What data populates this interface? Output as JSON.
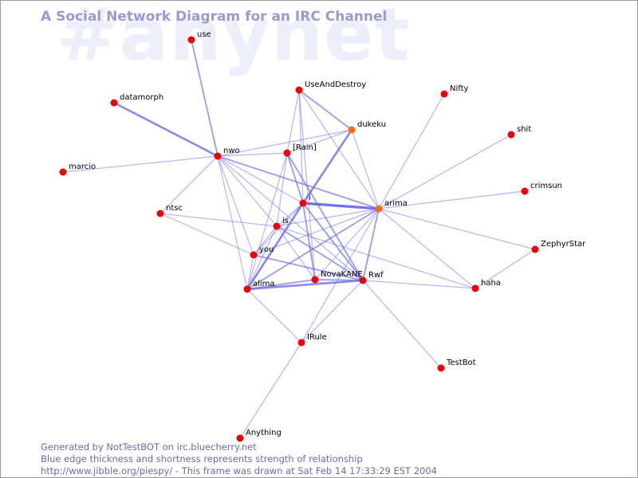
{
  "watermark": "#anynet",
  "title": "A Social Network Diagram for an IRC Channel",
  "footer": {
    "line1": "Generated by NotTestBOT on irc.bluecherry.net",
    "line2": "Blue edge thickness and shortness represents strength of relationship",
    "line3": "http://www.jibble.org/piespy/ - This frame was drawn at Sat Feb 14 17:33:29 EST 2004"
  },
  "colors": {
    "node": "#f00000",
    "node_highlight": "#ff6a10",
    "edge": "#6a6ae8",
    "title": "#9a9ad2",
    "watermark": "#eeeefb",
    "footer": "#6a6aa8"
  },
  "nodes": [
    {
      "id": "use",
      "label": "use"
    },
    {
      "id": "datamorph",
      "label": "datamorph"
    },
    {
      "id": "useanddestroy",
      "label": "UseAndDestroy"
    },
    {
      "id": "nifty",
      "label": "Nifty"
    },
    {
      "id": "dukeku",
      "label": "dukeku",
      "highlight": true
    },
    {
      "id": "shit",
      "label": "shit"
    },
    {
      "id": "nwo",
      "label": "nwo"
    },
    {
      "id": "rain",
      "label": "[Rain]"
    },
    {
      "id": "marcio",
      "label": "marcio"
    },
    {
      "id": "crimsun",
      "label": "crimsun"
    },
    {
      "id": "i",
      "label": "i"
    },
    {
      "id": "arima",
      "label": "arima",
      "highlight": true
    },
    {
      "id": "ntsc",
      "label": "ntsc"
    },
    {
      "id": "is",
      "label": "is"
    },
    {
      "id": "zephyrstar",
      "label": "ZephyrStar"
    },
    {
      "id": "you",
      "label": "you"
    },
    {
      "id": "novakane",
      "label": "NovaKANE"
    },
    {
      "id": "rwf",
      "label": "Rwf"
    },
    {
      "id": "alima",
      "label": "alima"
    },
    {
      "id": "haha",
      "label": "haha"
    },
    {
      "id": "irule",
      "label": "IRule"
    },
    {
      "id": "testbot",
      "label": "TestBot"
    },
    {
      "id": "anything",
      "label": "Anything"
    }
  ],
  "edges": [
    {
      "from": "use",
      "to": "nwo",
      "strength": 2
    },
    {
      "from": "datamorph",
      "to": "nwo",
      "strength": 3
    },
    {
      "from": "marcio",
      "to": "nwo",
      "strength": 1
    },
    {
      "from": "nwo",
      "to": "dukeku",
      "strength": 1
    },
    {
      "from": "nwo",
      "to": "rain",
      "strength": 1
    },
    {
      "from": "nwo",
      "to": "i",
      "strength": 1
    },
    {
      "from": "nwo",
      "to": "arima",
      "strength": 2
    },
    {
      "from": "nwo",
      "to": "ntsc",
      "strength": 1
    },
    {
      "from": "nwo",
      "to": "is",
      "strength": 1
    },
    {
      "from": "nwo",
      "to": "you",
      "strength": 1
    },
    {
      "from": "nwo",
      "to": "alima",
      "strength": 1
    },
    {
      "from": "nwo",
      "to": "rwf",
      "strength": 1
    },
    {
      "from": "useanddestroy",
      "to": "dukeku",
      "strength": 2
    },
    {
      "from": "useanddestroy",
      "to": "rain",
      "strength": 1
    },
    {
      "from": "useanddestroy",
      "to": "i",
      "strength": 1
    },
    {
      "from": "useanddestroy",
      "to": "novakane",
      "strength": 1
    },
    {
      "from": "useanddestroy",
      "to": "arima",
      "strength": 1
    },
    {
      "from": "dukeku",
      "to": "rain",
      "strength": 1
    },
    {
      "from": "dukeku",
      "to": "i",
      "strength": 3
    },
    {
      "from": "dukeku",
      "to": "arima",
      "strength": 1
    },
    {
      "from": "nifty",
      "to": "arima",
      "strength": 1
    },
    {
      "from": "shit",
      "to": "arima",
      "strength": 1
    },
    {
      "from": "crimsun",
      "to": "arima",
      "strength": 1
    },
    {
      "from": "zephyrstar",
      "to": "arima",
      "strength": 1
    },
    {
      "from": "zephyrstar",
      "to": "haha",
      "strength": 1
    },
    {
      "from": "haha",
      "to": "arima",
      "strength": 1
    },
    {
      "from": "haha",
      "to": "is",
      "strength": 1
    },
    {
      "from": "haha",
      "to": "rwf",
      "strength": 1
    },
    {
      "from": "rain",
      "to": "i",
      "strength": 2
    },
    {
      "from": "rain",
      "to": "rwf",
      "strength": 2
    },
    {
      "from": "rain",
      "to": "is",
      "strength": 1
    },
    {
      "from": "rain",
      "to": "alima",
      "strength": 1
    },
    {
      "from": "i",
      "to": "arima",
      "strength": 4
    },
    {
      "from": "i",
      "to": "alima",
      "strength": 3
    },
    {
      "from": "i",
      "to": "rwf",
      "strength": 2
    },
    {
      "from": "i",
      "to": "novakane",
      "strength": 2
    },
    {
      "from": "i",
      "to": "you",
      "strength": 1
    },
    {
      "from": "i",
      "to": "is",
      "strength": 1
    },
    {
      "from": "arima",
      "to": "is",
      "strength": 1
    },
    {
      "from": "arima",
      "to": "you",
      "strength": 1
    },
    {
      "from": "arima",
      "to": "alima",
      "strength": 2
    },
    {
      "from": "arima",
      "to": "rwf",
      "strength": 2
    },
    {
      "from": "arima",
      "to": "novakane",
      "strength": 1
    },
    {
      "from": "arima",
      "to": "irule",
      "strength": 1
    },
    {
      "from": "ntsc",
      "to": "is",
      "strength": 1
    },
    {
      "from": "ntsc",
      "to": "you",
      "strength": 1
    },
    {
      "from": "is",
      "to": "you",
      "strength": 1
    },
    {
      "from": "is",
      "to": "rwf",
      "strength": 2
    },
    {
      "from": "is",
      "to": "alima",
      "strength": 1
    },
    {
      "from": "is",
      "to": "novakane",
      "strength": 1
    },
    {
      "from": "you",
      "to": "rwf",
      "strength": 2
    },
    {
      "from": "you",
      "to": "alima",
      "strength": 1
    },
    {
      "from": "alima",
      "to": "rwf",
      "strength": 3
    },
    {
      "from": "alima",
      "to": "novakane",
      "strength": 2
    },
    {
      "from": "alima",
      "to": "irule",
      "strength": 1
    },
    {
      "from": "novakane",
      "to": "rwf",
      "strength": 2
    },
    {
      "from": "rwf",
      "to": "testbot",
      "strength": 1
    },
    {
      "from": "rwf",
      "to": "irule",
      "strength": 1
    },
    {
      "from": "irule",
      "to": "anything",
      "strength": 1
    }
  ]
}
